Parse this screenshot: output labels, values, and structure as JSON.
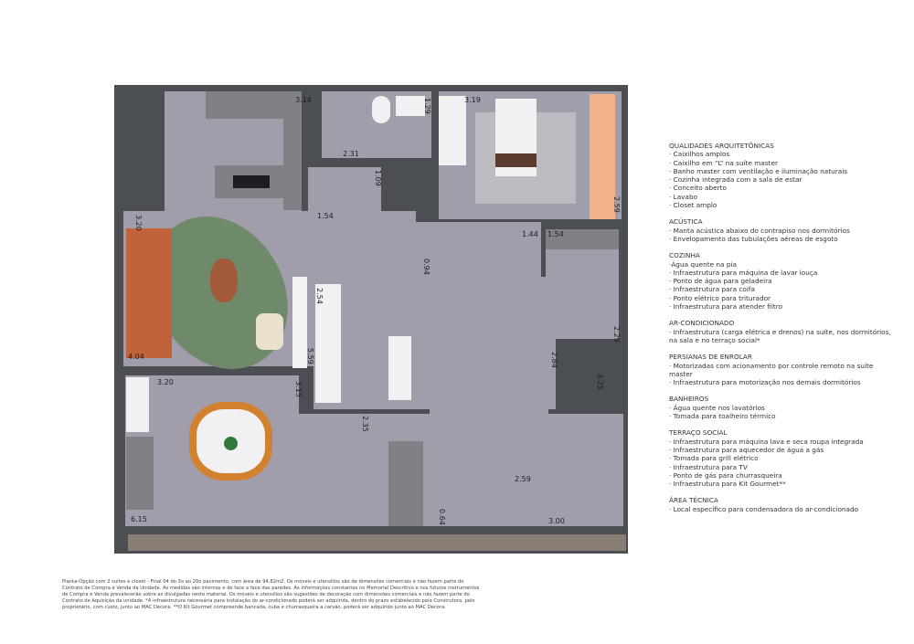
{
  "floor_plan": {
    "dimensions": [
      "3.14",
      "1.29",
      "3.19",
      "2.31",
      "1.09",
      "1.54",
      "2.59",
      "3.20",
      "1.44",
      "1.54",
      "0.94",
      "2.54",
      "2.29",
      "5.59",
      "4.04",
      "3.20",
      "3.15",
      "2.84",
      "3.25",
      "2.35",
      "2.59",
      "0.64",
      "6.15",
      "3.00"
    ],
    "colors": {
      "floor": "#a29dab",
      "wall": "#4b4e53",
      "rug": "#6f8a6a",
      "sofa": "#c0623a",
      "bed_accent": "#3f6b55",
      "balcony": "#8a7d74"
    }
  },
  "specs": [
    {
      "title": "QUALIDADES ARQUITETÔNICAS",
      "items": [
        "· Caixilhos amplos",
        "· Caixilho em “L” na suíte master",
        "· Banho master com ventilação e iluminação naturais",
        "· Cozinha integrada com a sala de estar",
        "· Conceito aberto",
        "· Lavabo",
        "· Closet amplo"
      ]
    },
    {
      "title": "ACÚSTICA",
      "items": [
        "· Manta acústica abaixo do contrapiso nos dormitórios",
        "· Envelopamento das tubulações aéreas de esgoto"
      ]
    },
    {
      "title": "COZINHA",
      "items": [
        "·Água quente na pia",
        "· Infraestrutura para máquina de lavar louça",
        "· Ponto de água para geladeira",
        "· Infraestrutura para coifa",
        "· Ponto elétrico para triturador",
        "· Infraestrutura para atender filtro"
      ]
    },
    {
      "title": "AR-CONDICIONADO",
      "items": [
        "· Infraestrutura (carga elétrica e drenos) na suíte, nos dormitórios, na sala e no terraço social*"
      ]
    },
    {
      "title": "PERSIANAS DE ENROLAR",
      "items": [
        "· Motorizadas com acionamento por controle remoto na suíte master",
        "· Infraestrutura para motorização nos demais dormitórios"
      ]
    },
    {
      "title": "BANHEIROS",
      "items": [
        "· Água quente nos lavatórios",
        "· Tomada para toalheiro térmico"
      ]
    },
    {
      "title": "TERRAÇO SOCIAL",
      "items": [
        "· Infraestrutura para máquina lava e seca roupa integrada",
        "· Infraestrutura para aquecedor de água a gás",
        "· Tomada para grill elétrico",
        "· Infraestrutura para TV",
        "· Ponto de gás para churrasqueira",
        "· Infraestrutura para Kit Gourmet**"
      ]
    },
    {
      "title": "ÁREA TÉCNICA",
      "items": [
        "· Local específico para condensadora do ar-condicionado"
      ]
    }
  ],
  "footnote": "Planta-Opção com 2 suítes e closet - Final 04 do 3o ao 20o pavimento, com área de 94,82m2. Os móveis e utensílios são de dimensões comerciais e não fazem parte do Contrato de Compra e Venda da Unidade. As medidas são internas e de face a face das paredes. As informações constantes no Memorial Descritivo e nos futuros instrumentos de Compra e Venda prevalecerão sobre as divulgadas neste material. Os móveis e utensílios são sugestões de decoração com dimensões comerciais e não fazem parte do Contrato de Aquisição da unidade. *A infraestrutura necessária para instalação do ar-condicionado poderá ser adquirida, dentro do prazo estabelecido pela Construtora, pelo proprietário, com custo, junto ao MAC Decora. **O Kit Gourmet compreende bancada, cuba e churrasqueira a carvão, poderá ser adquirido junto ao MAC Decora."
}
